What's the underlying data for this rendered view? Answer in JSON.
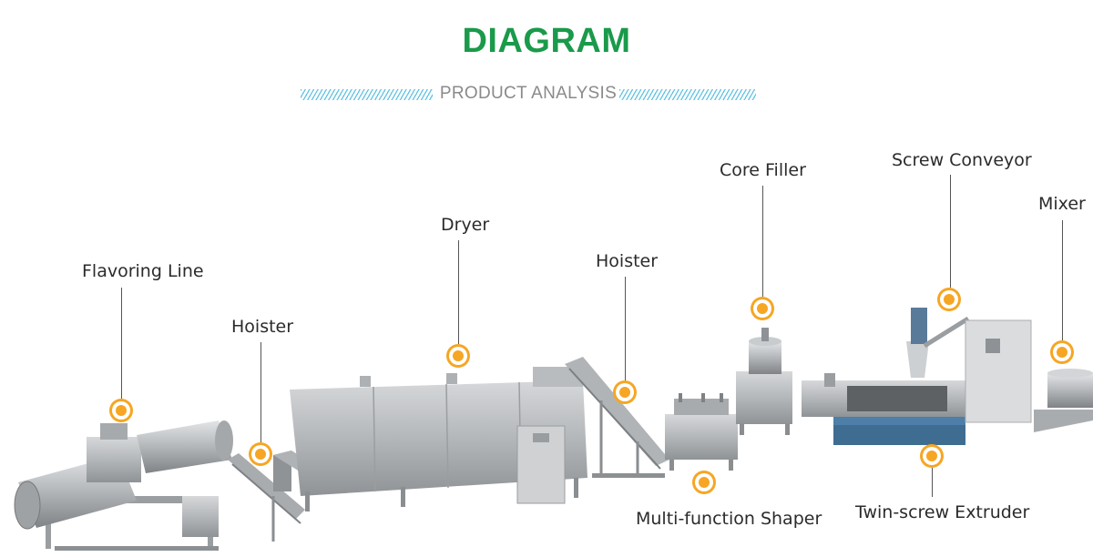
{
  "header": {
    "title": "DIAGRAM",
    "subtitle": "PRODUCT ANALYSIS"
  },
  "colors": {
    "title": "#1a9a4a",
    "hatch": "#62c3e4",
    "marker": "#f6a623",
    "leader": "#555555",
    "machine_steel": "#b9bcbf",
    "machine_dark": "#8e9296",
    "machine_blue": "#4d7fa8"
  },
  "labels": {
    "flavoring_line": "Flavoring Line",
    "hoister_1": "Hoister",
    "dryer": "Dryer",
    "hoister_2": "Hoister",
    "multi_function_shaper": "Multi-function Shaper",
    "core_filler": "Core Filler",
    "screw_conveyor": "Screw Conveyor",
    "twin_screw_extruder": "Twin-screw Extruder",
    "mixer": "Mixer"
  }
}
